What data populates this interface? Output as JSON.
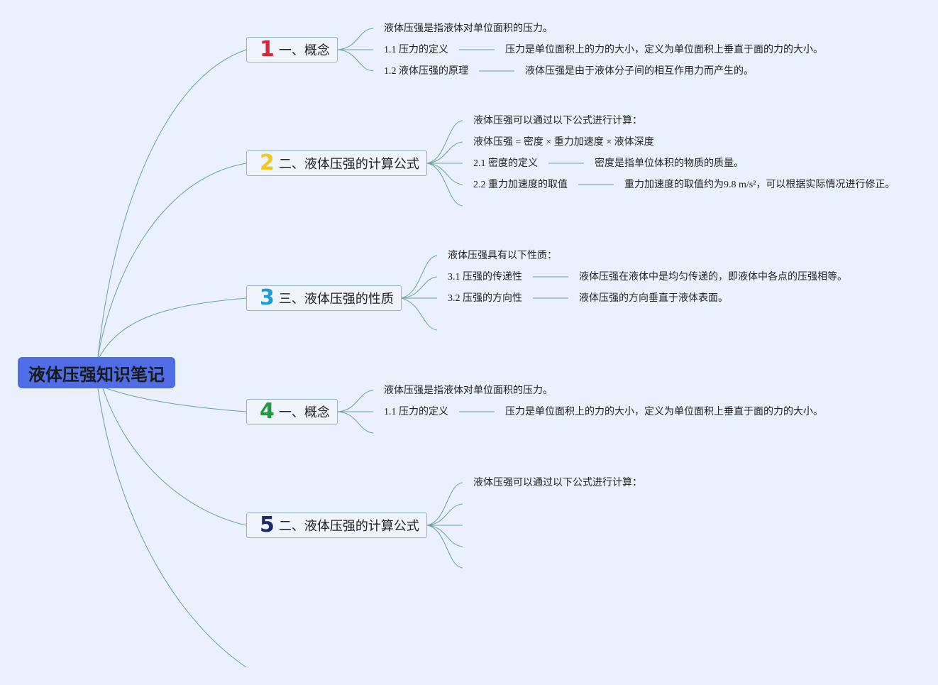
{
  "root": {
    "title": "液体压强知识笔记"
  },
  "branches": [
    {
      "number": "1",
      "number_color": "#d62839",
      "label": "一、概念",
      "lines": [
        {
          "text": "液体压强是指液体对单位面积的压力。"
        },
        {
          "text": "1.1 压力的定义",
          "detail": "压力是单位面积上的力的大小，定义为单位面积上垂直于面的力的大小。"
        },
        {
          "text": "1.2 液体压强的原理",
          "detail": "液体压强是由于液体分子间的相互作用力而产生的。"
        }
      ]
    },
    {
      "number": "2",
      "number_color": "#f5c518",
      "label": "二、液体压强的计算公式",
      "lines": [
        {
          "text": "液体压强可以通过以下公式进行计算："
        },
        {
          "text": "液体压强 = 密度 × 重力加速度 × 液体深度"
        },
        {
          "text": "2.1 密度的定义",
          "detail": "密度是指单位体积的物质的质量。"
        },
        {
          "text": "2.2 重力加速度的取值",
          "detail": "重力加速度的取值约为9.8 m/s²，可以根据实际情况进行修正。"
        }
      ]
    },
    {
      "number": "3",
      "number_color": "#1e9bd7",
      "label": "三、液体压强的性质",
      "lines": [
        {
          "text": "液体压强具有以下性质："
        },
        {
          "text": "3.1 压强的传递性",
          "detail": "液体压强在液体中是均匀传递的，即液体中各点的压强相等。"
        },
        {
          "text": "3.2 压强的方向性",
          "detail": "液体压强的方向垂直于液体表面。"
        }
      ]
    },
    {
      "number": "4",
      "number_color": "#1f9a3a",
      "label": "一、概念",
      "lines": [
        {
          "text": "液体压强是指液体对单位面积的压力。"
        },
        {
          "text": "1.1 压力的定义",
          "detail": "压力是单位面积上的力的大小，定义为单位面积上垂直于面的力的大小。"
        }
      ]
    },
    {
      "number": "5",
      "number_color": "#1c2a6b",
      "label": "二、液体压强的计算公式",
      "lines": [
        {
          "text": "液体压强可以通过以下公式进行计算："
        }
      ]
    }
  ],
  "colors": {
    "link": "#6aa39a",
    "root_bg": "#4f6ee6",
    "background": "#eaf0fc"
  }
}
